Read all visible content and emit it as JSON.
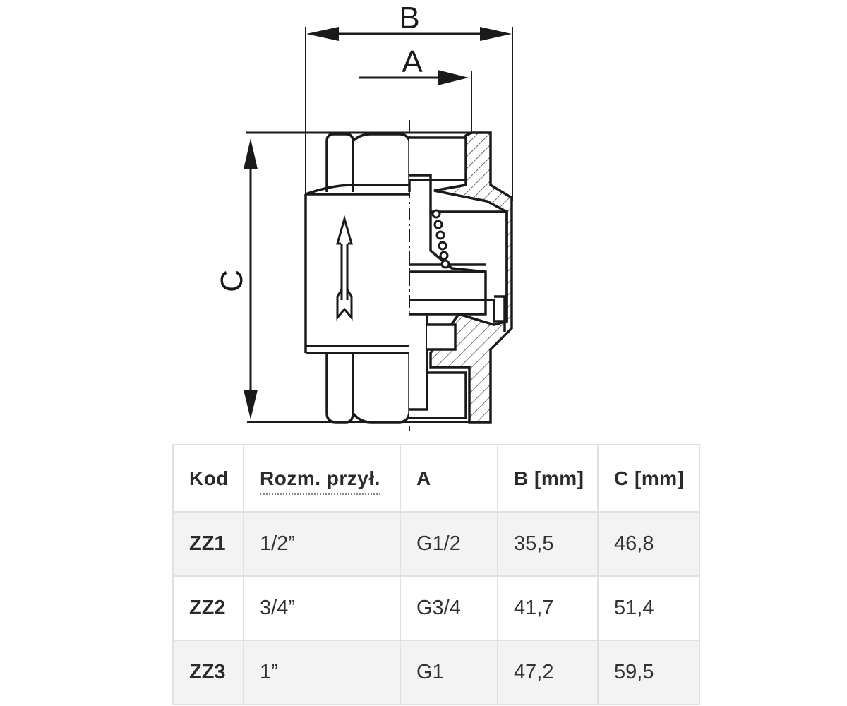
{
  "drawing": {
    "labels": {
      "a": "A",
      "b": "B",
      "c": "C"
    }
  },
  "table": {
    "headers": [
      "Kod",
      "Rozm. przył.",
      "A",
      "B [mm]",
      "C [mm]"
    ],
    "rows": [
      [
        "ZZ1",
        "1/2”",
        "G1/2",
        "35,5",
        "46,8"
      ],
      [
        "ZZ2",
        "3/4”",
        "G3/4",
        "41,7",
        "51,4"
      ],
      [
        "ZZ3",
        "1”",
        "G1",
        "47,2",
        "59,5"
      ]
    ]
  }
}
